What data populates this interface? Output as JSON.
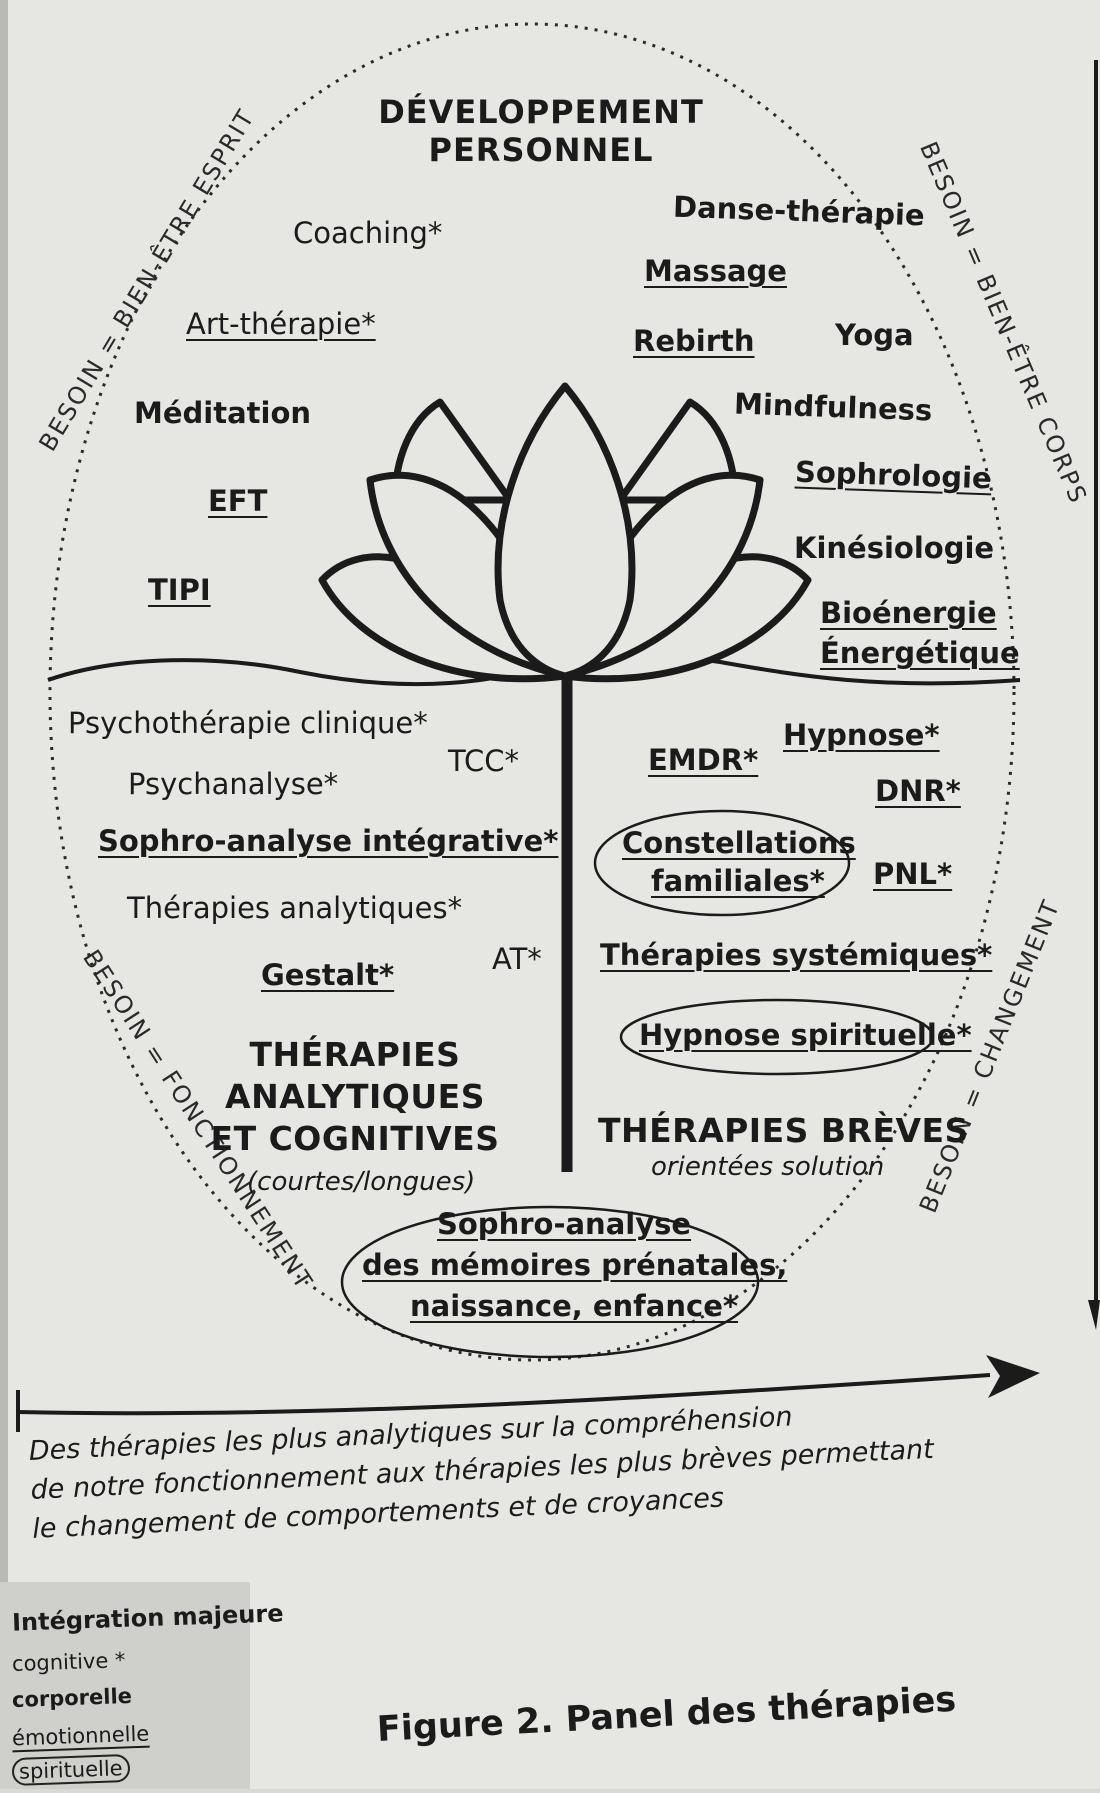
{
  "diagram": {
    "title_line1": "DÉVELOPPEMENT",
    "title_line2": "PERSONNEL",
    "side_labels": {
      "top_left": "BESOIN = BIEN-ÊTRE ESPRIT",
      "top_right": "BESOIN = BIEN-ÊTRE CORPS",
      "bottom_left": "BESOIN = FONCTIONNEMENT",
      "bottom_right": "BESOIN = CHANGEMENT"
    },
    "upper_left": {
      "coaching": "Coaching*",
      "art_therapie": "Art-thérapie*",
      "meditation": "Méditation",
      "eft": "EFT",
      "tipi": "TIPI"
    },
    "upper_right": {
      "danse": "Danse-thérapie",
      "massage": "Massage",
      "rebirth": "Rebirth",
      "yoga": "Yoga",
      "mindfulness": "Mindfulness",
      "sophrologie": "Sophrologie",
      "kinesiologie": "Kinésiologie",
      "bioenergie": "Bioénergie",
      "energetique": "Énergétique"
    },
    "lower_left": {
      "psychotherapie": "Psychothérapie clinique*",
      "psychanalyse": "Psychanalyse*",
      "tcc": "TCC*",
      "sophro_integrative": "Sophro-analyse intégrative*",
      "analytiques": "Thérapies analytiques*",
      "gestalt": "Gestalt*",
      "at": "AT*",
      "group_line1": "THÉRAPIES",
      "group_line2": "ANALYTIQUES",
      "group_line3": "ET COGNITIVES",
      "group_sub": "(courtes/longues)"
    },
    "lower_right": {
      "hypnose": "Hypnose*",
      "emdr": "EMDR*",
      "dnr": "DNR*",
      "constellations_line1": "Constellations",
      "constellations_line2": "familiales*",
      "pnl": "PNL*",
      "systemiques": "Thérapies systémiques*",
      "hypnose_spirituelle": "Hypnose spirituelle*",
      "group": "THÉRAPIES BRÈVES",
      "group_sub": "orientées solution"
    },
    "bottom": {
      "line1": "Sophro-analyse",
      "line2": "des mémoires prénatales,",
      "line3": "naissance, enfance*"
    }
  },
  "caption": {
    "line1": "Des thérapies les plus analytiques sur la compréhension",
    "line2": "de notre fonctionnement aux thérapies les plus  brèves permettant",
    "line3": "le changement de comportements et de croyances"
  },
  "legend": {
    "heading": "Intégration majeure",
    "cognitive": "cognitive *",
    "corporelle": "corporelle",
    "emotionnelle": "émotionnelle",
    "spirituelle": "spirituelle"
  },
  "figure_caption": "Figure 2. Panel des thérapies"
}
